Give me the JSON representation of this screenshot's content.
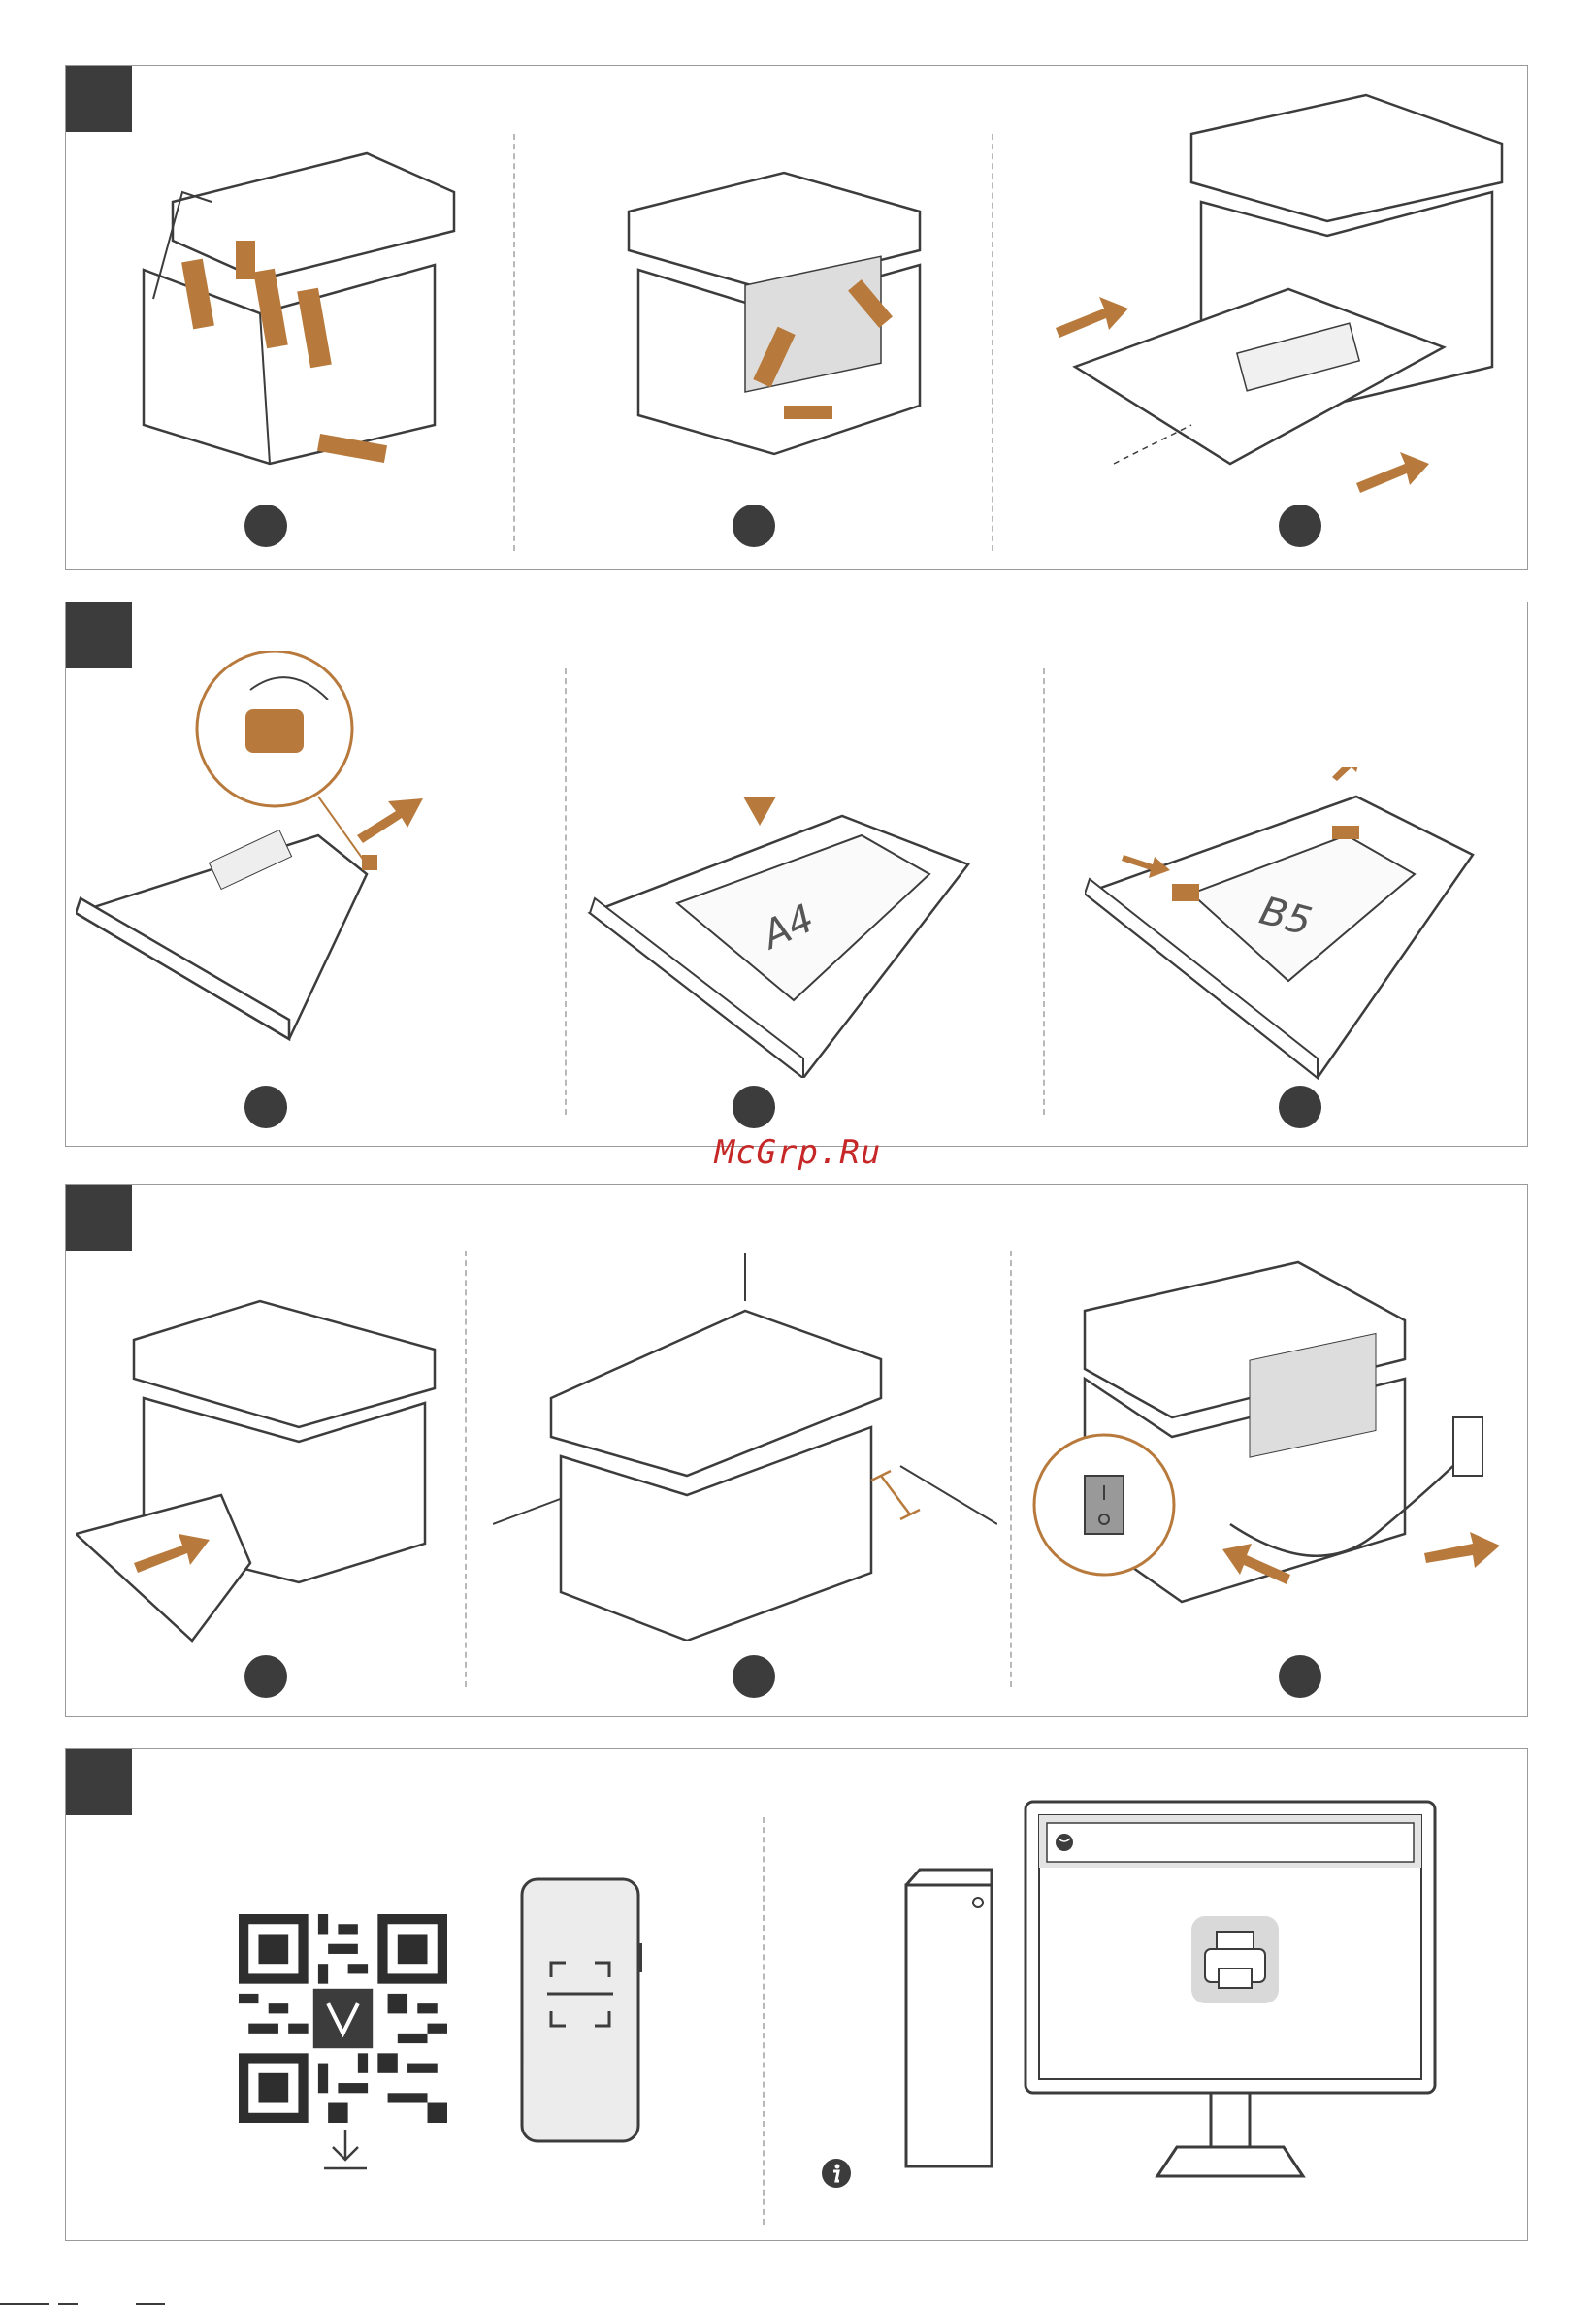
{
  "watermark": "McGrp.Ru",
  "sections": [
    {
      "id": 1,
      "panels": [
        "remove-packing-tape-front",
        "remove-packing-tape-rear",
        "pull-out-paper-tray"
      ]
    },
    {
      "id": 2,
      "panels": [
        "extend-tray",
        "load-paper-a4",
        "adjust-paper-guides-b5"
      ]
    },
    {
      "id": 3,
      "panels": [
        "insert-paper-tray",
        "place-printer-clearance",
        "connect-power-and-switch-on"
      ]
    },
    {
      "id": 4,
      "panels": [
        "scan-qr-code-with-phone",
        "computer-browser-printer"
      ]
    }
  ],
  "tray_labels": {
    "a4": "A4",
    "b5": "B5"
  },
  "icons": [
    "arrow-icon",
    "power-switch-icon",
    "qr-code-icon",
    "download-icon",
    "scan-icon",
    "globe-icon",
    "printer-icon",
    "info-icon"
  ],
  "colors": {
    "accent": "#b87a3c",
    "outline": "#3c3c3c",
    "tab": "#3c3c3c",
    "watermark": "#c62828"
  }
}
